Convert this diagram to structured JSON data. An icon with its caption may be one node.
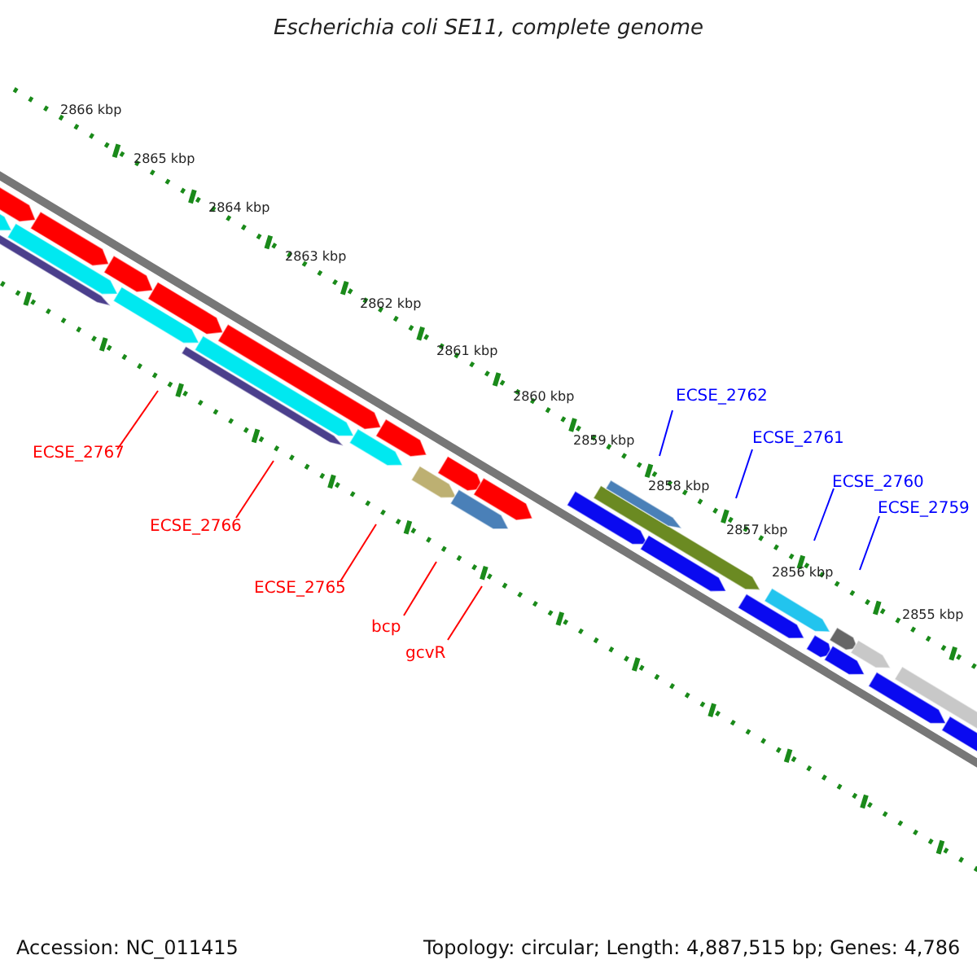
{
  "diagram": {
    "title": "Escherichia coli SE11, complete genome",
    "nodes": [
      {
        "text": [
          "ECSE_2767"
        ]
      },
      {
        "text": [
          "ECSE_2766"
        ]
      },
      {
        "text": [
          "ECSE_2765"
        ]
      },
      {
        "text": [
          "bcp"
        ]
      },
      {
        "text": [
          "gcvR"
        ]
      },
      {
        "text": [
          "ECSE_2762"
        ]
      },
      {
        "text": [
          "ECSE_2761"
        ]
      },
      {
        "text": [
          "ECSE_2760"
        ]
      },
      {
        "text": [
          "ECSE_2759"
        ]
      }
    ],
    "edges": [
      {
        "from": 0,
        "to": null,
        "arrow": "none",
        "color": "#ff0000"
      },
      {
        "from": 1,
        "to": null,
        "arrow": "none",
        "color": "#ff0000"
      },
      {
        "from": 2,
        "to": null,
        "arrow": "none",
        "color": "#ff0000"
      },
      {
        "from": 3,
        "to": null,
        "arrow": "none",
        "color": "#ff0000"
      },
      {
        "from": 4,
        "to": null,
        "arrow": "none",
        "color": "#ff0000"
      },
      {
        "from": 5,
        "to": null,
        "arrow": "none",
        "color": "#0000ff"
      },
      {
        "from": 6,
        "to": null,
        "arrow": "none",
        "color": "#0000ff"
      },
      {
        "from": 7,
        "to": null,
        "arrow": "none",
        "color": "#0000ff"
      },
      {
        "from": 8,
        "to": null,
        "arrow": "none",
        "color": "#0000ff"
      }
    ],
    "labels": [
      "2866 kbp",
      "2865 kbp",
      "2864 kbp",
      "2863 kbp",
      "2862 kbp",
      "2861 kbp",
      "2860 kbp",
      "2859 kbp",
      "2858 kbp",
      "2857 kbp",
      "2856 kbp",
      "2855 kbp",
      "Accession: NC_011415",
      "Topology: circular; Length: 4,887,515 bp; Genes: 4,786"
    ]
  }
}
